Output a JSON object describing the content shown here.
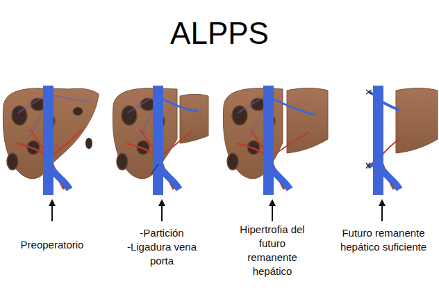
{
  "diagram": {
    "title": "ALPPS",
    "labels": [
      "Preoperatorio",
      "-Partición",
      "-Ligadura vena porta",
      "Hipertrofia del futuro remanente hepático",
      "Futuro remanente hepático suficiente"
    ]
  }
}
